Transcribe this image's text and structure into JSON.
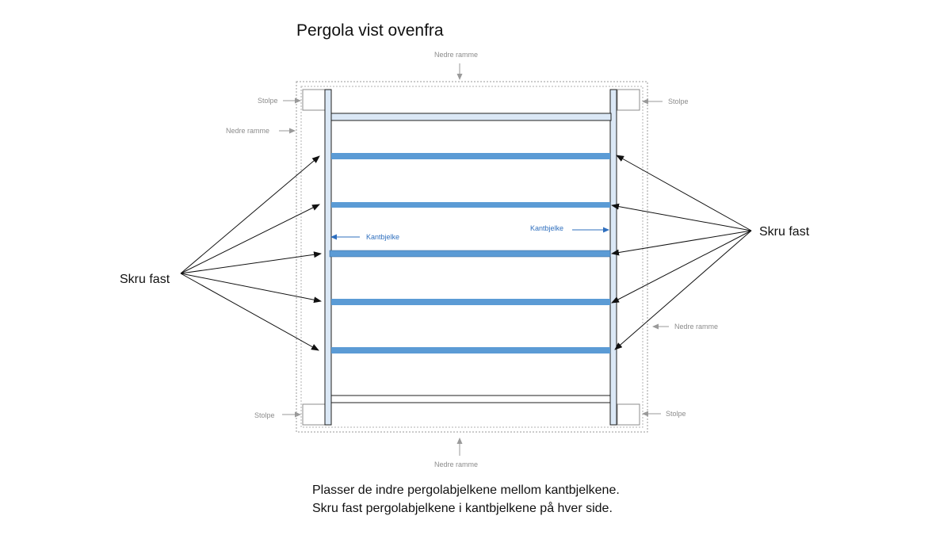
{
  "title": "Pergola vist ovenfra",
  "labels": {
    "nedre_ramme": "Nedre ramme",
    "stolpe": "Stolpe",
    "kantbjelke": "Kantbjelke",
    "skru_fast": "Skru fast"
  },
  "instructions": [
    "Plasser de indre pergolabjelkene mellom kantbjelkene.",
    "Skru fast pergolabjelkene i kantbjelkene på hver side."
  ],
  "colors": {
    "beam_blue": "#5b9bd5",
    "beam_light": "#dbe8f6",
    "outline": "#1f1f1f",
    "gray": "#9a9a9a",
    "label_blue": "#2f6fbe"
  }
}
